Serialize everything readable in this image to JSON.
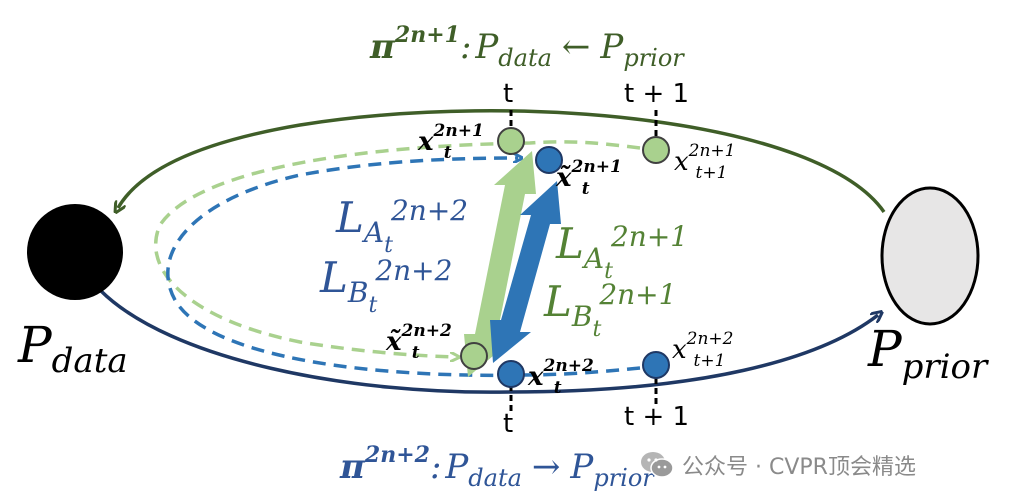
{
  "top_label": {
    "pi": "π",
    "superscript": "2n+1",
    "colon": ":",
    "p1": "P",
    "p1_sub": "data",
    "arrow": "←",
    "p2": "P",
    "p2_sub": "prior"
  },
  "bottom_label": {
    "pi": "π",
    "superscript": "2n+2",
    "colon": ":",
    "p1": "P",
    "p1_sub": "data",
    "arrow": "→",
    "p2": "P",
    "p2_sub": "prior"
  },
  "nodes": {
    "p_data": {
      "main": "P",
      "sub": "data"
    },
    "p_prior": {
      "main": "P",
      "sub": "prior"
    }
  },
  "time_labels": {
    "top_t": "t",
    "top_t1": "t + 1",
    "bottom_t": "t",
    "bottom_t1": "t + 1"
  },
  "points": {
    "x_t_2n1": {
      "base": "x",
      "sub": "t",
      "sup": "2n+1"
    },
    "xtilde_t_2n1": {
      "base": "x̃",
      "sub": "t",
      "sup": "2n+1"
    },
    "x_t1_2n1": {
      "base": "x",
      "sub": "t+1",
      "sup": "2n+1"
    },
    "xtilde_t_2n2": {
      "base": "x̃",
      "sub": "t",
      "sup": "2n+2"
    },
    "x_t_2n2": {
      "base": "x",
      "sub": "t",
      "sup": "2n+2"
    },
    "x_t1_2n2": {
      "base": "x",
      "sub": "t+1",
      "sup": "2n+2"
    }
  },
  "losses": {
    "la_2n2": {
      "L": "L",
      "A": "A",
      "sub": "t",
      "sup": "2n+2"
    },
    "lb_2n2": {
      "L": "L",
      "A": "B",
      "sub": "t",
      "sup": "2n+2"
    },
    "la_2n1": {
      "L": "L",
      "A": "A",
      "sub": "t",
      "sup": "2n+1"
    },
    "lb_2n1": {
      "L": "L",
      "A": "B",
      "sub": "t",
      "sup": "2n+1"
    }
  },
  "watermark": {
    "text": "公众号 · CVPR顶会精选"
  },
  "colors": {
    "dark_green": "#3f5e28",
    "light_green": "#a9d18e",
    "dark_blue": "#1f3864",
    "mid_blue": "#2e75b6",
    "text_blue": "#2f5597",
    "text_green": "#548235",
    "prior_fill": "#e7e6e6"
  }
}
